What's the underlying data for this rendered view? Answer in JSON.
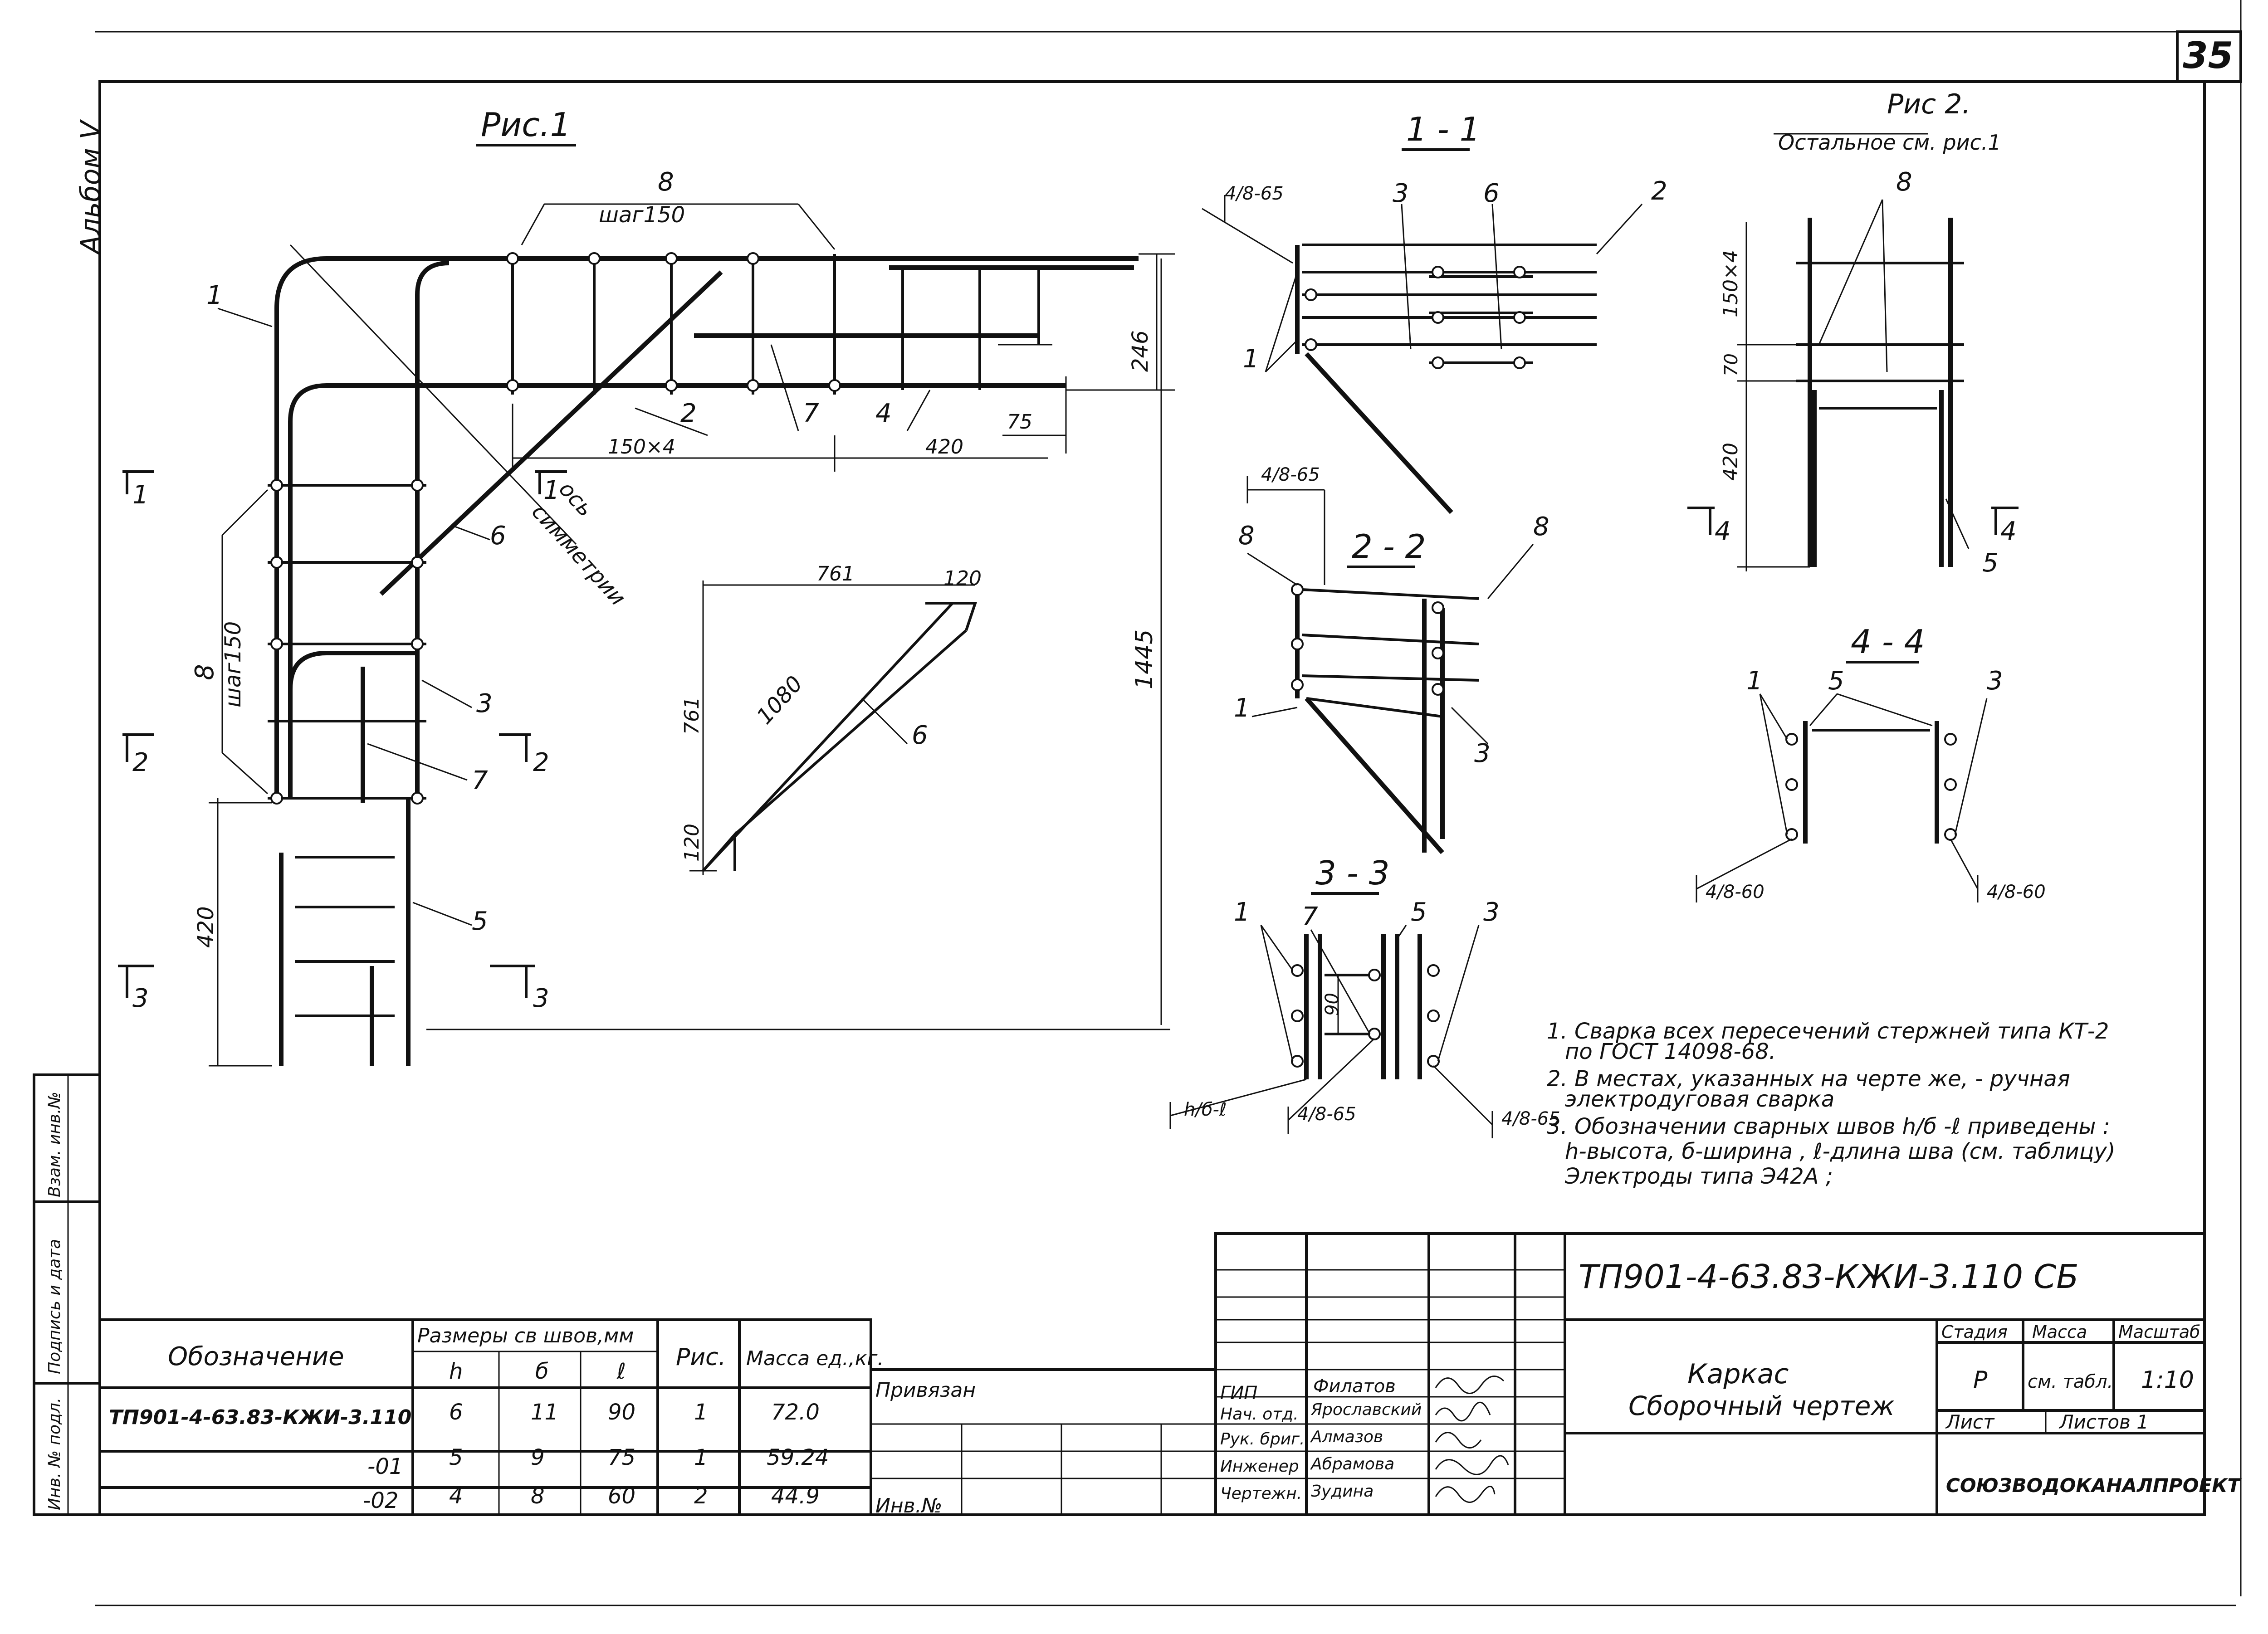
{
  "sheet_number": "35",
  "album": "Альбом V",
  "fig1": {
    "title": "Рис.1",
    "pos1": "1",
    "pos2": "2",
    "pos3": "3",
    "pos4": "4",
    "pos5": "5",
    "pos6": "6",
    "pos7": "7",
    "pos8_top": "8",
    "pos8_left": "8",
    "step_top": "шаг150",
    "step_left": "шаг150",
    "dim_150x4": "150×4",
    "dim_420_h": "420",
    "dim_75": "75",
    "dim_246": "246",
    "dim_1445": "1445",
    "dim_420_v": "420",
    "axis_1": "ось",
    "axis_2": "симметрии",
    "cut_1": "1",
    "cut_1b": "1",
    "cut_2": "2",
    "cut_2b": "2",
    "cut_3": "3",
    "cut_3b": "3"
  },
  "detail6": {
    "dim_761_h": "761",
    "dim_120_top": "120",
    "dim_1080": "1080",
    "dim_761_v": "761",
    "dim_120_v": "120",
    "pos": "6"
  },
  "sec11": {
    "title": "1 - 1",
    "weld": "4/8-65",
    "p3": "3",
    "p6": "6",
    "p2": "2",
    "p1": "1"
  },
  "sec22": {
    "title": "2 - 2",
    "weld": "4/8-65",
    "p8a": "8",
    "p8b": "8",
    "p1": "1",
    "p3": "3"
  },
  "sec33": {
    "title": "3 - 3",
    "p1": "1",
    "p7": "7",
    "p5": "5",
    "p3": "3",
    "dim_90": "90",
    "weld_a": "h/б-ℓ",
    "weld_b": "4/8-65",
    "weld_c": "4/8-65"
  },
  "fig2": {
    "title": "Рис 2.",
    "subtitle": "Остальное см. рис.1",
    "p8": "8",
    "p5": "5",
    "dim_150x4": "150×4",
    "dim_70": "70",
    "dim_420": "420",
    "cut_4": "4",
    "cut_4b": "4"
  },
  "sec44": {
    "title": "4 - 4",
    "p1": "1",
    "p5": "5",
    "p3": "3",
    "weld_a": "4/8-60",
    "weld_b": "4/8-60"
  },
  "notes": [
    "1. Сварка всех пересечений стержней типа КТ-2",
    "по ГОСТ 14098-68.",
    "2. В местах, указанных на черте же, - ручная",
    "электродуговая сварка",
    "3. Обозначении сварных швов h/б -ℓ приведены :",
    "h-высота, б-ширина , ℓ-длина шва (см. таблицу)",
    "Электроды типа Э42А ;"
  ],
  "weld_table": {
    "header_designation": "Обозначение",
    "header_sizes": "Размеры св швов,мм",
    "col_h": "h",
    "col_b": "б",
    "col_l": "ℓ",
    "header_fig": "Рис.",
    "header_mass": "Масса ед.,кг.",
    "rows": [
      {
        "designation": "ТП901-4-63.83-КЖИ-3.110",
        "h": "6",
        "b": "11",
        "l": "90",
        "fig": "1",
        "mass": "72.0"
      },
      {
        "designation": "-01",
        "h": "5",
        "b": "9",
        "l": "75",
        "fig": "1",
        "mass": "59.24"
      },
      {
        "designation": "-02",
        "h": "4",
        "b": "8",
        "l": "60",
        "fig": "2",
        "mass": "44.9"
      }
    ]
  },
  "tie": {
    "label": "Привязан",
    "inv": "Инв.№"
  },
  "side_stamp": {
    "a": "Инв. № подл.",
    "b": "Подпись и дата",
    "c": "Взам. инв.№"
  },
  "title_block": {
    "code": "ТП901-4-63.83-КЖИ-3.110 СБ",
    "name_1": "Каркас",
    "name_2": "Сборочный чертеж",
    "stage_h": "Стадия",
    "mass_h": "Масса",
    "scale_h": "Масштаб",
    "stage": "Р",
    "mass": "см. табл.",
    "scale": "1:10",
    "sheet": "Лист",
    "sheets": "Листов 1",
    "org": "СОЮЗВОДОКАНАЛПРОЕКТ",
    "staff": [
      {
        "role": "ГИП",
        "name": "Филатов"
      },
      {
        "role": "Нач. отд.",
        "name": "Ярославский"
      },
      {
        "role": "Рук. бриг.",
        "name": "Алмазов"
      },
      {
        "role": "Инженер",
        "name": "Абрамова"
      },
      {
        "role": "Чертежн.",
        "name": "Зудина"
      }
    ]
  }
}
